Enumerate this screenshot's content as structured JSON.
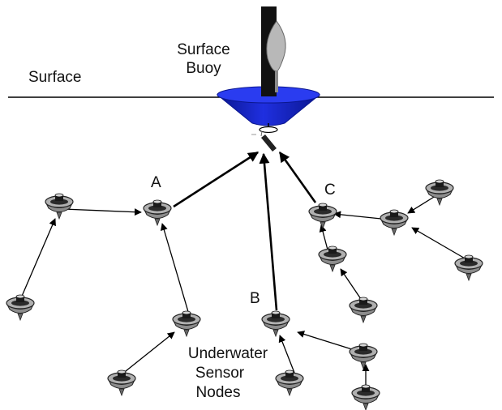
{
  "labels": {
    "surface": "Surface",
    "surface_buoy_line1": "Surface",
    "surface_buoy_line2": "Buoy",
    "node_a": "A",
    "node_b": "B",
    "node_c": "C",
    "sensor_line1": "Underwater",
    "sensor_line2": "Sensor",
    "sensor_line3": "Nodes"
  },
  "colors": {
    "buoy_blue": "#1f2fe0",
    "buoy_blue_dark": "#0a168f",
    "mast": "#111111",
    "sail": "#b8b8b8",
    "surface_line": "#000000",
    "sensor_fill": "#b0b0b0",
    "sensor_dark": "#2a2a2a"
  },
  "icons": {
    "buoy": "surface-buoy-icon",
    "sensor": "sensor-node-icon",
    "modem": "acoustic-modem-icon"
  }
}
